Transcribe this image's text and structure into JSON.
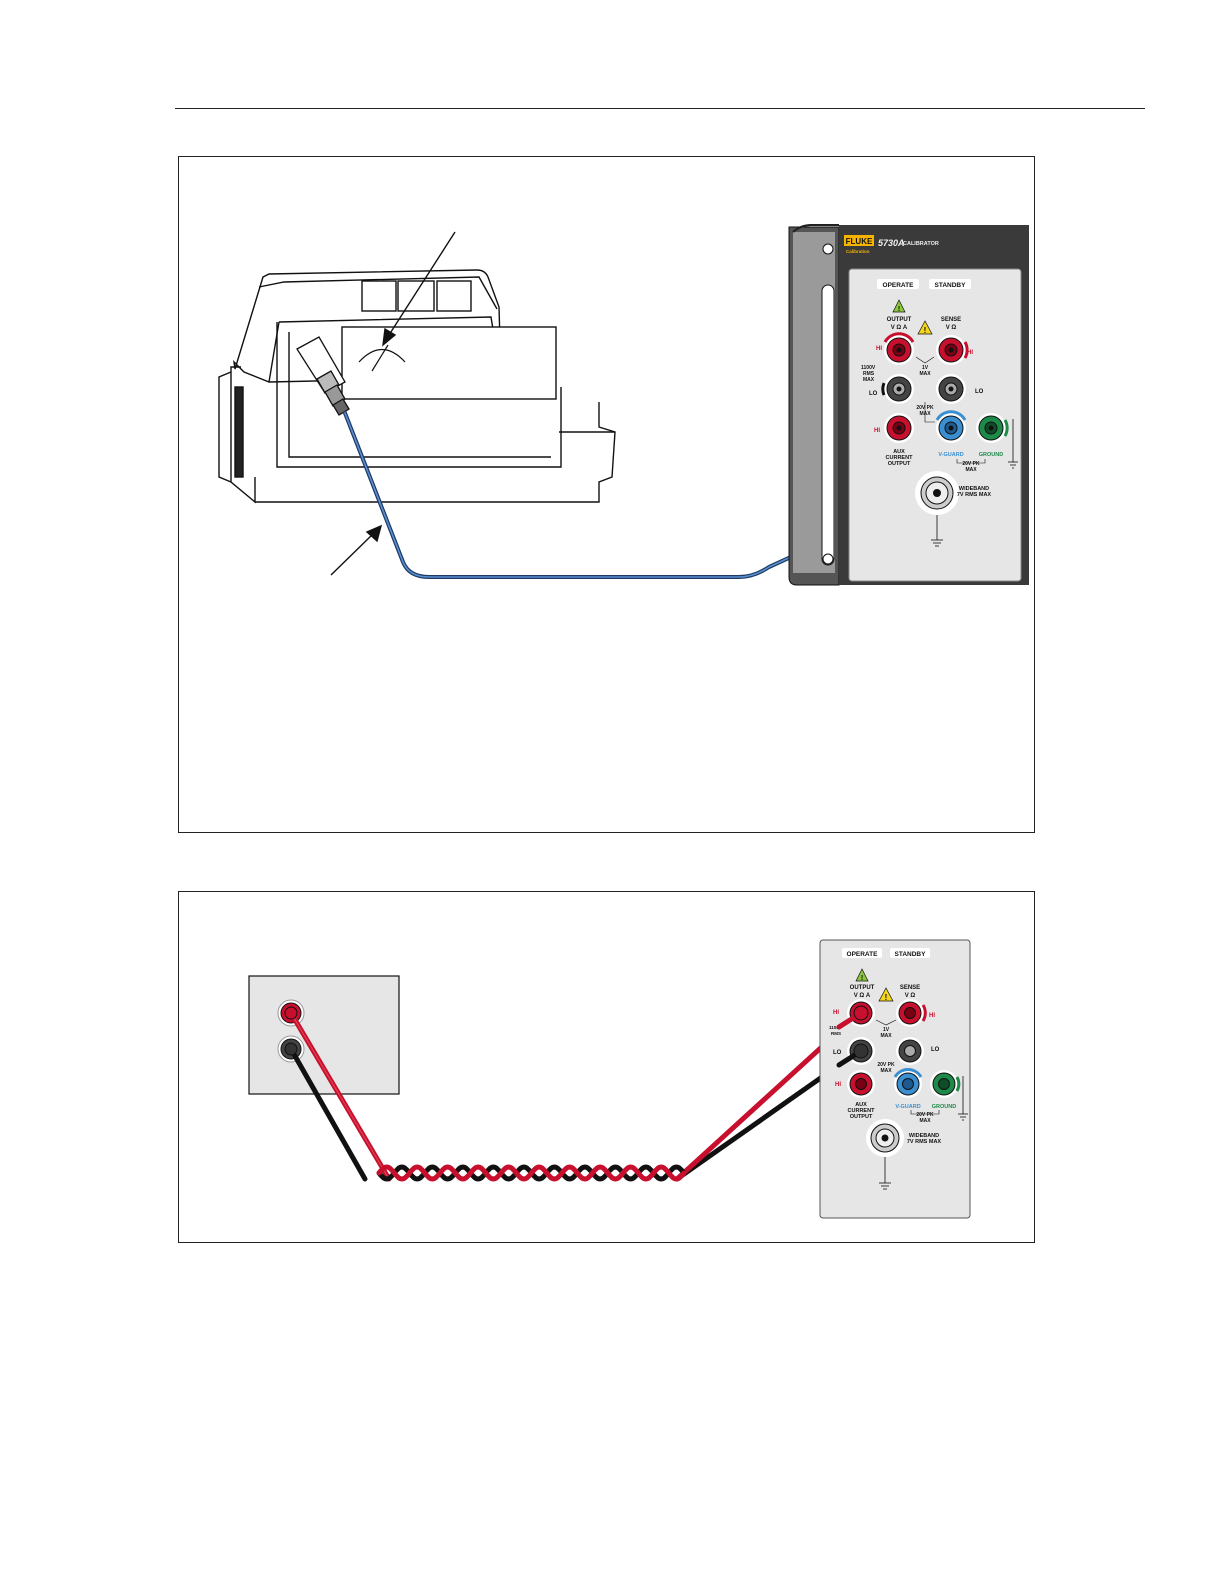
{
  "figure1": {
    "calibrator": {
      "brand": "FLUKE",
      "sub_brand": "Calibration",
      "model": "5730A",
      "model_suffix": "CALIBRATOR",
      "operate": "OPERATE",
      "standby": "STANDBY",
      "output_label": "OUTPUT",
      "output_units": "V Ω A",
      "sense_label": "SENSE",
      "sense_units": "V Ω",
      "hi": "HI",
      "lo": "LO",
      "rating_1100": [
        "1100V",
        "RMS",
        "MAX"
      ],
      "rating_1v": [
        "1V",
        "MAX"
      ],
      "rating_20v": [
        "20V PK",
        "MAX"
      ],
      "rating_20v_b": [
        "20V PK",
        "MAX"
      ],
      "aux": [
        "AUX",
        "CURRENT",
        "OUTPUT"
      ],
      "vguard": "V-GUARD",
      "ground": "GROUND",
      "wideband": [
        "WIDEBAND",
        "7V RMS MAX"
      ]
    }
  },
  "figure2": {
    "calibrator": {
      "operate": "OPERATE",
      "standby": "STANDBY",
      "output_label": "OUTPUT",
      "output_units": "V Ω A",
      "sense_label": "SENSE",
      "sense_units": "V Ω",
      "hi": "HI",
      "lo": "LO",
      "rating_1100": [
        "1100V",
        "RMS"
      ],
      "rating_1v": [
        "1V",
        "MAX"
      ],
      "rating_20v": [
        "20V PK",
        "MAX"
      ],
      "rating_20v_b": [
        "20V PK",
        "MAX"
      ],
      "aux": [
        "AUX",
        "CURRENT",
        "OUTPUT"
      ],
      "vguard": "V-GUARD",
      "ground": "GROUND",
      "wideband": [
        "WIDEBAND",
        "7V RMS MAX"
      ]
    }
  },
  "colors": {
    "hi_red": "#c8102e",
    "lo_gray": "#3a3a3a",
    "guard_blue": "#3a8fd1",
    "ground_green": "#1e8a4a",
    "cable_blue": "#2c5e9e",
    "panel_gray": "#e6e6e6",
    "fluke_yellow": "#f5b400",
    "warning_yellow": "#f3d51c",
    "warning_green": "#8cc63f"
  }
}
